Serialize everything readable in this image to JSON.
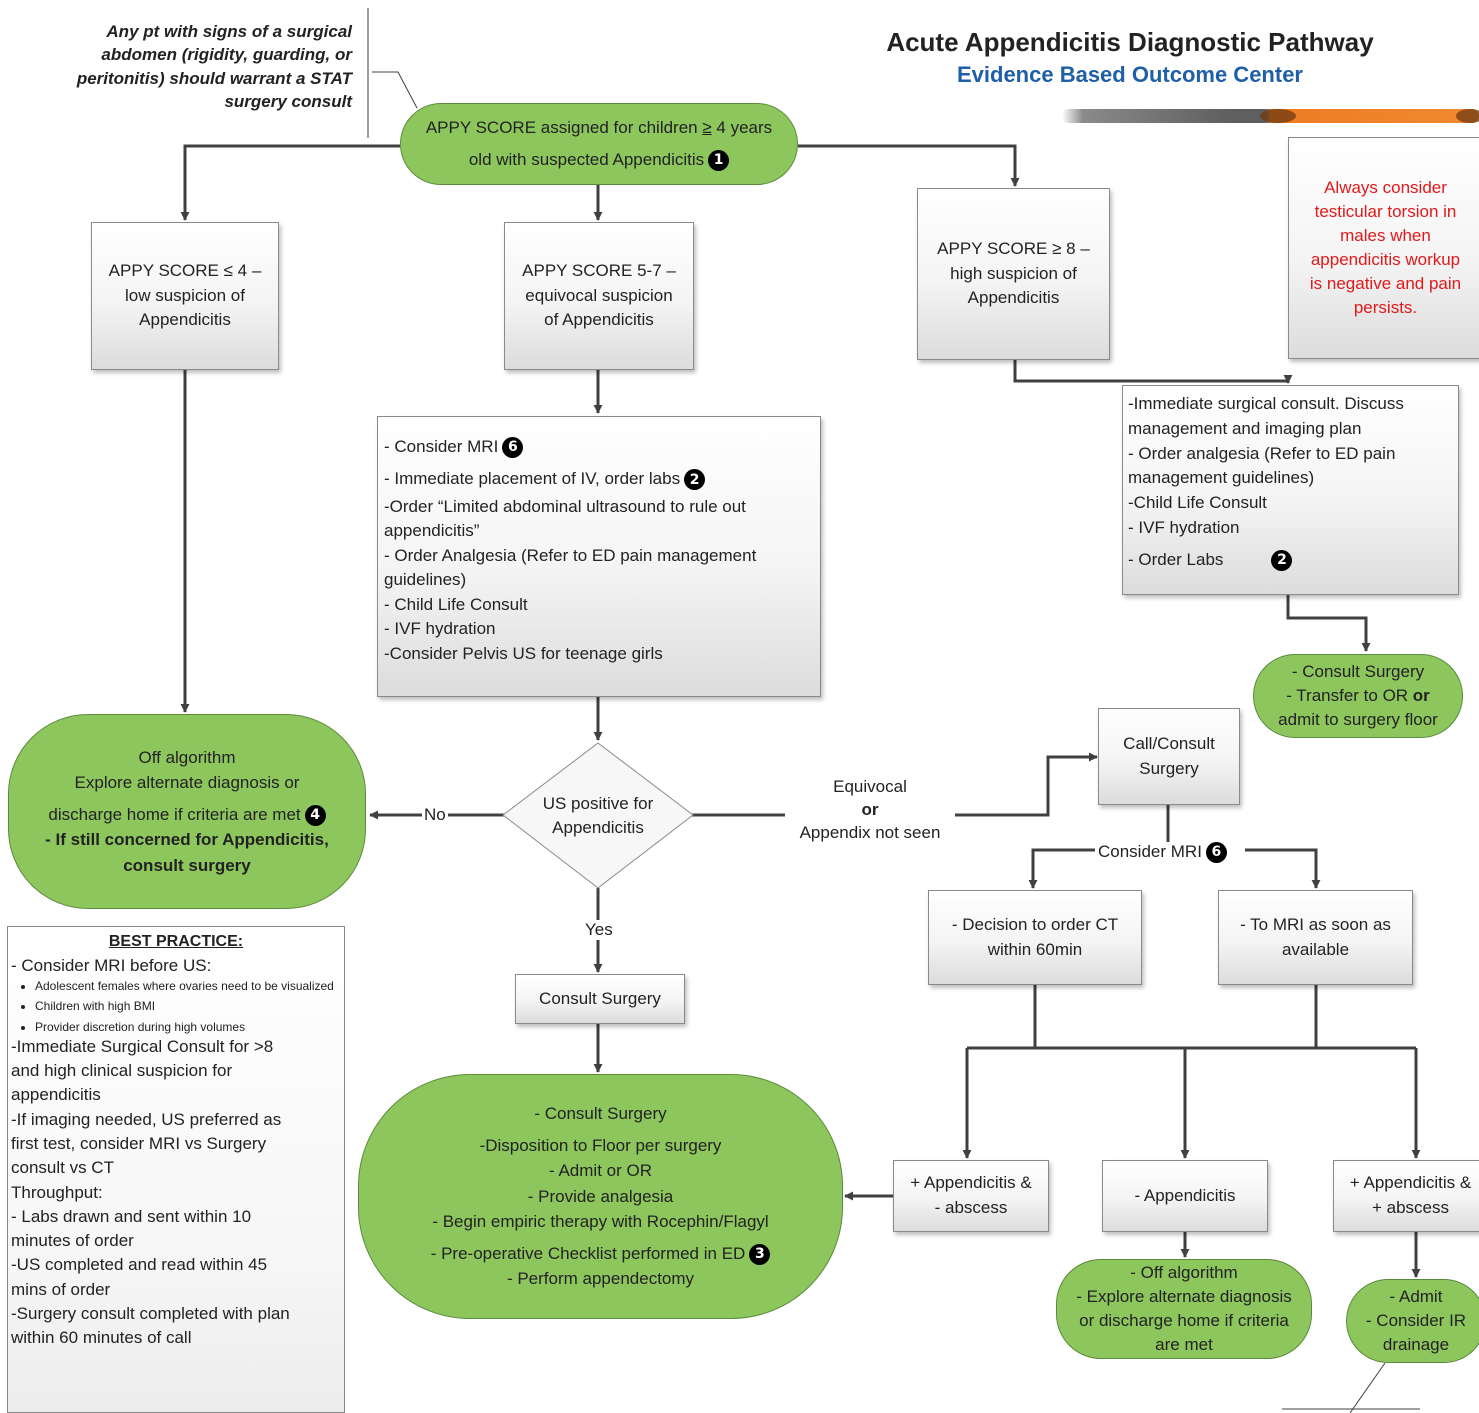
{
  "header": {
    "title": "Acute Appendicitis Diagnostic Pathway",
    "subtitle": "Evidence Based Outcome Center"
  },
  "surgical_note": [
    "Any pt with signs of a surgical",
    "abdomen (rigidity, guarding, or",
    "peritonitis) should warrant a STAT",
    "surgery consult"
  ],
  "start": {
    "line1_a": "APPY SCORE assigned for children ",
    "line1_ge": "≥",
    "line1_b": " 4 years",
    "line2": "old with suspected Appendicitis",
    "marker": "1"
  },
  "testicular_note": [
    "Always consider",
    "testicular torsion in",
    "males when",
    "appendicitis workup",
    "is negative and pain",
    "persists."
  ],
  "low": [
    "APPY SCORE  ≤ 4 –",
    "low suspicion of",
    "Appendicitis"
  ],
  "equivocal": [
    "APPY SCORE 5-7 –",
    "equivocal  suspicion",
    "of Appendicitis"
  ],
  "high": [
    "APPY SCORE ≥ 8 –",
    "high suspicion of",
    "Appendicitis"
  ],
  "high_actions": {
    "lines": [
      "-Immediate surgical consult. Discuss",
      "management and imaging plan",
      "-  Order analgesia (Refer to ED pain",
      "management guidelines)",
      "-Child Life Consult",
      "-  IVF hydration"
    ],
    "last": "-  Order Labs",
    "marker": "2"
  },
  "consult_transfer": {
    "line1": "-  Consult Surgery",
    "line2_a": "-  Transfer to OR ",
    "line2_b": "or",
    "line3": "admit to surgery floor"
  },
  "equivocal_actions": {
    "mri": "-  Consider MRI",
    "mri_marker": "6",
    "iv": "- Immediate placement of IV, order labs",
    "iv_marker": "2",
    "rest": [
      "-Order “Limited abdominal ultrasound to rule out",
      "appendicitis”",
      "- Order Analgesia (Refer to ED pain management",
      "guidelines)",
      "- Child Life Consult",
      "- IVF hydration",
      "-Consider Pelvis  US for teenage girls"
    ]
  },
  "off_algorithm": {
    "line1": "Off algorithm",
    "line2": "Explore alternate diagnosis or",
    "line3": "discharge home if criteria are met",
    "marker": "4",
    "line4": "-  If still concerned for Appendicitis,",
    "line5": "consult surgery"
  },
  "decision": {
    "line1": "US positive for",
    "line2": "Appendicitis"
  },
  "edge_labels": {
    "no": "No",
    "yes": "Yes",
    "equivocal_1": "Equivocal",
    "equivocal_or": "or",
    "equivocal_2": "Appendix not seen",
    "consider_mri": "Consider MRI",
    "consider_mri_marker": "6"
  },
  "call_consult": [
    "Call/Consult",
    "Surgery"
  ],
  "ct": [
    "-  Decision to order CT",
    "within 60min"
  ],
  "mri": [
    "- To MRI as soon as",
    "available"
  ],
  "consult_surgery": "Consult Surgery",
  "surgery_plan": {
    "lines": [
      "- Consult Surgery",
      "-Disposition to Floor per surgery",
      "-  Admit or OR",
      "- Provide analgesia",
      "-  Begin empiric therapy with Rocephin/Flagyl"
    ],
    "checklist": "-  Pre-operative Checklist performed in ED",
    "checklist_marker": "3",
    "last": "-  Perform appendectomy"
  },
  "pos_no_abscess": [
    "+ Appendicitis &",
    "- abscess"
  ],
  "neg_app": "- Appendicitis",
  "pos_abscess": [
    "+ Appendicitis &",
    "+ abscess"
  ],
  "off_algorithm_2": [
    "-  Off algorithm",
    "-  Explore alternate diagnosis",
    "or discharge home if criteria",
    "are met"
  ],
  "admit": [
    "-  Admit",
    "-  Consider IR",
    "drainage"
  ],
  "best_practice": {
    "title": "BEST PRACTICE:",
    "intro": "- Consider MRI before US:",
    "bullets": [
      "Adolescent females  where ovaries need to be visualized",
      "Children with high BMI",
      "Provider discretion during high volumes"
    ],
    "lines": [
      "-Immediate Surgical Consult for >8",
      "and high clinical suspicion for",
      "appendicitis",
      "-If imaging needed, US preferred as",
      "first test, consider MRI vs Surgery",
      "consult vs CT",
      "Throughput:",
      "- Labs drawn and sent within 10",
      "minutes of order",
      "-US completed and read within 45",
      "mins of order",
      "-Surgery consult completed with plan",
      "within 60 minutes of call"
    ]
  },
  "colors": {
    "green": "#8ec65e",
    "title_blue": "#1f5fa8",
    "note_red": "#e0191b",
    "bar_gray": "#636363",
    "bar_orange": "#ee7b24"
  }
}
